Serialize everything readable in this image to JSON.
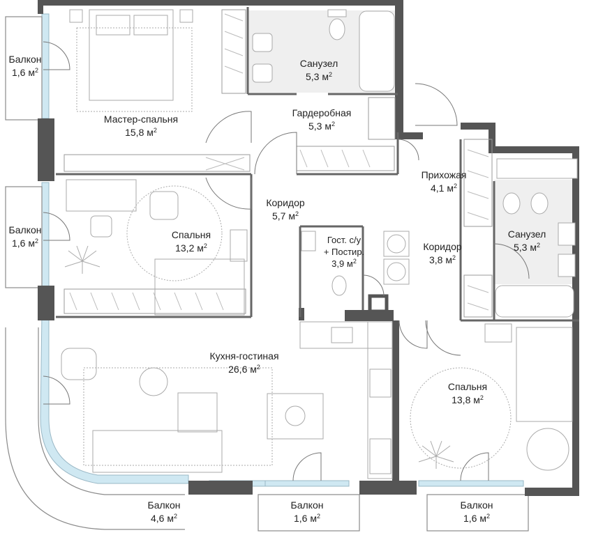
{
  "plan": {
    "unit": "м",
    "unit_power": "2",
    "colors": {
      "wall": "#555555",
      "glass": "#cfe8f2",
      "line": "#9a9a9a",
      "bath_floor": "#efefef"
    },
    "rooms": [
      {
        "id": "balcony-top-left",
        "name": "Балкон",
        "area": "1,6"
      },
      {
        "id": "master-bedroom",
        "name": "Мастер-спальня",
        "area": "15,8"
      },
      {
        "id": "bathroom-1",
        "name": "Санузел",
        "area": "5,3"
      },
      {
        "id": "wardrobe",
        "name": "Гардеробная",
        "area": "5,3"
      },
      {
        "id": "hallway-entry",
        "name": "Прихожая",
        "area": "4,1"
      },
      {
        "id": "balcony-mid-left",
        "name": "Балкон",
        "area": "1,6"
      },
      {
        "id": "bedroom-1",
        "name": "Спальня",
        "area": "13,2"
      },
      {
        "id": "corridor-1",
        "name": "Коридор",
        "area": "5,7"
      },
      {
        "id": "guest-wc",
        "name": "Гост. с/у\n+ Постир.",
        "area": "3,9"
      },
      {
        "id": "corridor-2",
        "name": "Коридор",
        "area": "3,8"
      },
      {
        "id": "bathroom-2",
        "name": "Санузел",
        "area": "5,3"
      },
      {
        "id": "kitchen-living",
        "name": "Кухня-гостиная",
        "area": "26,6"
      },
      {
        "id": "bedroom-2",
        "name": "Спальня",
        "area": "13,8"
      },
      {
        "id": "balcony-bottom-left",
        "name": "Балкон",
        "area": "4,6"
      },
      {
        "id": "balcony-bottom-mid",
        "name": "Балкон",
        "area": "1,6"
      },
      {
        "id": "balcony-bottom-right",
        "name": "Балкон",
        "area": "1,6"
      }
    ]
  }
}
